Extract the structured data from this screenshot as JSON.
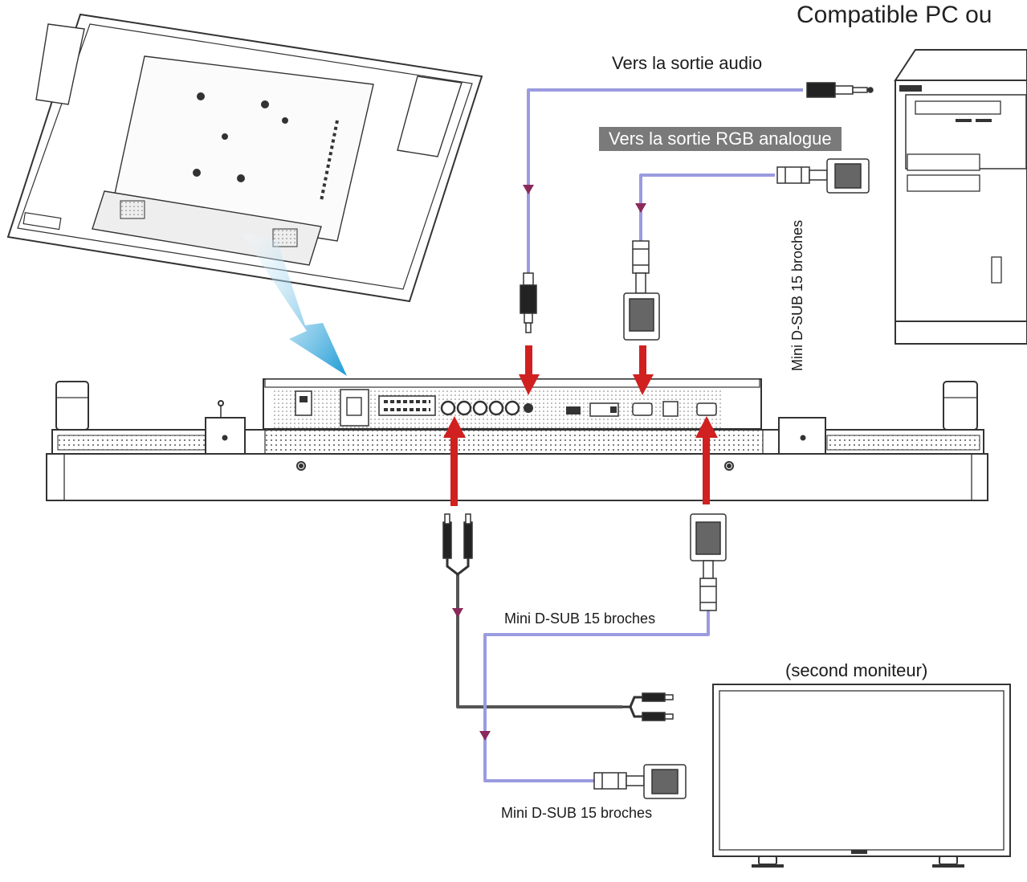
{
  "labels": {
    "compatible_pc": "Compatible PC ou",
    "audio_out": "Vers la sortie audio",
    "rgb_out": "Vers la sortie RGB analogue",
    "dsub_vertical": "Mini D-SUB 15 broches",
    "dsub_middle": "Mini D-SUB 15 broches",
    "dsub_bottom": "Mini D-SUB 15 broches",
    "second_monitor": "(second moniteur)"
  },
  "colors": {
    "cable_line": "#9b9be0",
    "cable_dark": "#555555",
    "arrow_red": "#d02020",
    "flow_marker": "#8a2a5a",
    "outline": "#333333",
    "label_box": "#7a7a7a",
    "blue_arrow": "#1a9ad6"
  }
}
